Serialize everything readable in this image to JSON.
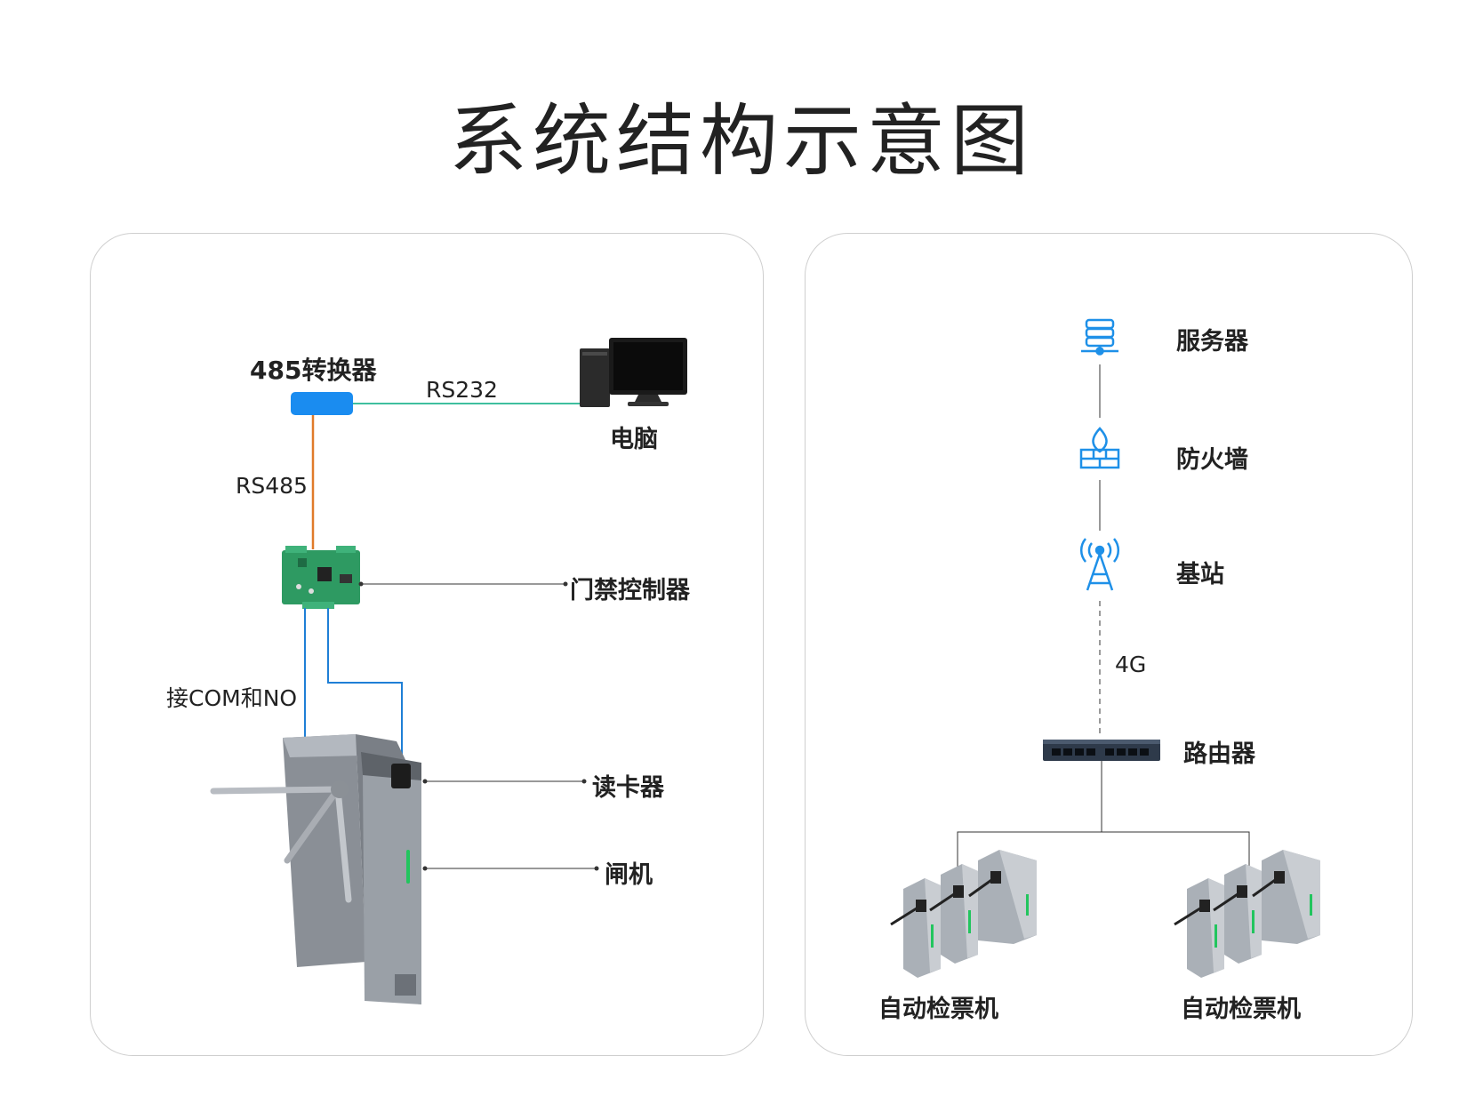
{
  "title": "系统结构示意图",
  "left_panel": {
    "converter_label": "485转换器",
    "rs232_label": "RS232",
    "computer_label": "电脑",
    "rs485_label": "RS485",
    "controller_label": "门禁控制器",
    "wiring_label": "接COM和NO",
    "reader_label": "读卡器",
    "turnstile_label": "闸机"
  },
  "right_panel": {
    "server_label": "服务器",
    "firewall_label": "防火墙",
    "base_station_label": "基站",
    "network_label": "4G",
    "router_label": "路由器",
    "ticket_gate_left_label": "自动检票机",
    "ticket_gate_right_label": "自动检票机"
  },
  "colors": {
    "rs232_line": "#3fbf9f",
    "rs485_line": "#e07b2a",
    "controller_wire": "#1f7fd6",
    "converter": "#1a8cf0",
    "icon_blue": "#1e90e8",
    "pcb_green": "#2e9a62"
  }
}
